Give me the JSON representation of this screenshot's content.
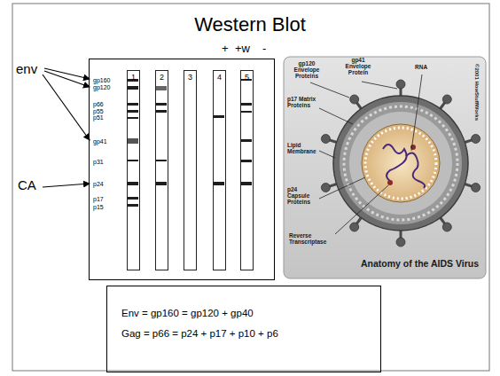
{
  "diagram": {
    "title": "Western Blot",
    "nodes": [
      {
        "text": [
          "gp160",
          "gp120",
          "p66",
          "p55",
          "p51",
          "gp41",
          "p31",
          "p24",
          "p17",
          "p15"
        ]
      },
      {
        "text": [
          "1"
        ],
        "in": 0
      },
      {
        "text": [
          "2"
        ],
        "in": 0
      },
      {
        "text": [
          "3"
        ],
        "in": 0
      },
      {
        "text": [
          "4"
        ],
        "in": 0
      },
      {
        "text": [
          "5"
        ],
        "in": 0
      },
      {
        "text": [
          "gp120 Envelope Proteins",
          "gp41 Envelope Protein",
          "RNA",
          "p17 Matrix Proteins",
          "Lipid Membrane",
          "p24 Capsule Proteins",
          "Reverse Transcriptase",
          "Anatomy of the AIDS Virus",
          "©2001 HowStuffWorks"
        ]
      },
      {
        "text": [
          "Env = gp160 = gp120 + gp40",
          "Gag = p66 = p24 + p17 + p10 + p6"
        ]
      }
    ],
    "labels": [
      "env",
      "CA",
      "+",
      "+w",
      "-"
    ]
  }
}
